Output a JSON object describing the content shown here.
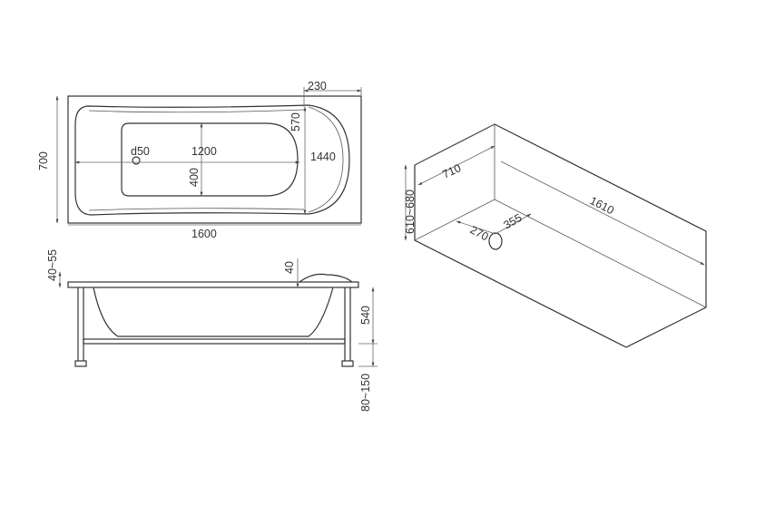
{
  "plan_view": {
    "length": "1600",
    "width": "700",
    "head_offset": "230",
    "head_width": "570",
    "inner_length": "1200",
    "inner_width": "400",
    "total_inner": "1440",
    "drain": "d50"
  },
  "side_view": {
    "rim_height": "40~55",
    "headrest": "40",
    "depth": "540",
    "legs": "80~150"
  },
  "iso_view": {
    "width": "710",
    "length": "1610",
    "height": "610~680",
    "drain_x": "270",
    "drain_y": "355"
  }
}
